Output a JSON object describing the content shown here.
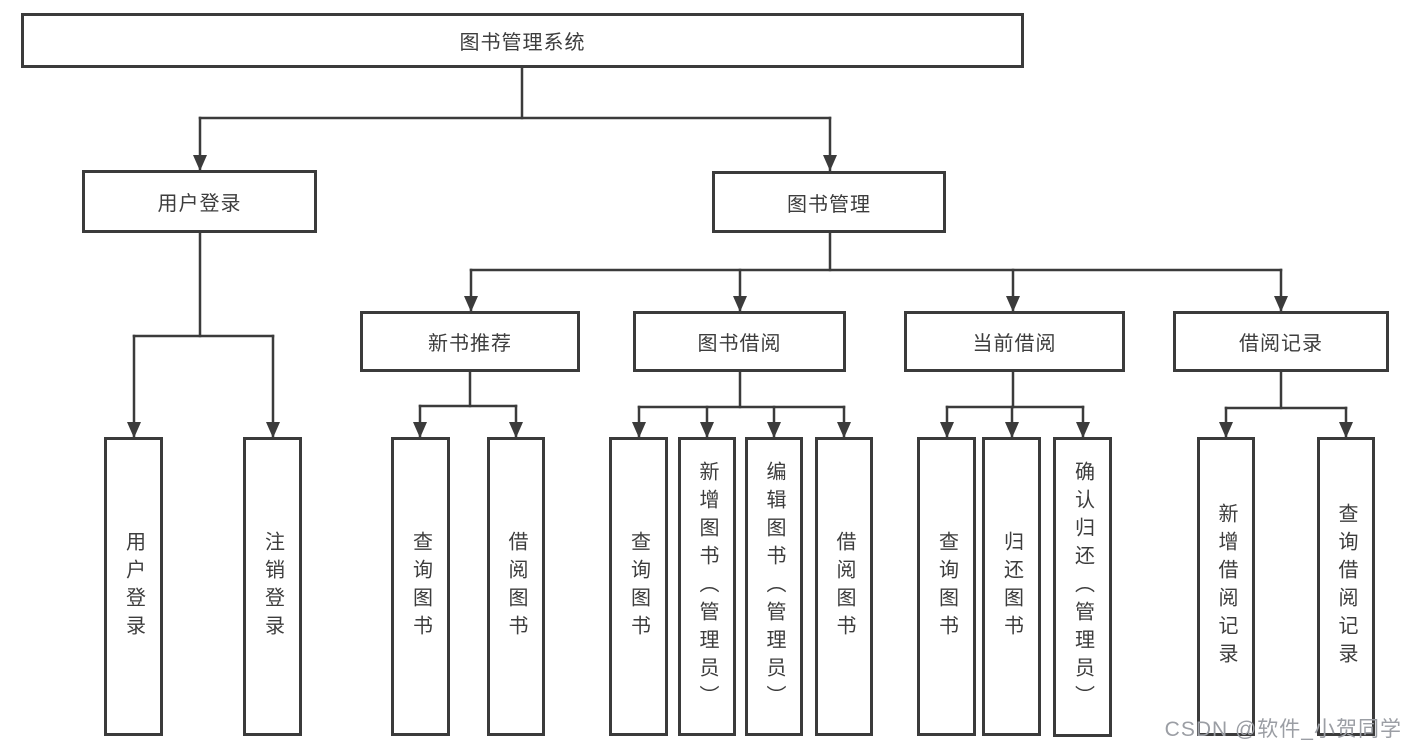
{
  "tree": {
    "root": {
      "label": "图书管理系统"
    },
    "branches": [
      {
        "label": "用户登录",
        "children": [
          "用户登录",
          "注销登录"
        ]
      },
      {
        "label": "图书管理",
        "children": [
          {
            "label": "新书推荐",
            "children": [
              "查询图书",
              "借阅图书"
            ]
          },
          {
            "label": "图书借阅",
            "children": [
              "查询图书",
              "新增图书（管理员）",
              "编辑图书（管理员）",
              "借阅图书"
            ]
          },
          {
            "label": "当前借阅",
            "children": [
              "查询图书",
              "归还图书",
              "确认归还（管理员）"
            ]
          },
          {
            "label": "借阅记录",
            "children": [
              "新增借阅记录",
              "查询借阅记录"
            ]
          }
        ]
      }
    ]
  },
  "colors": {
    "line": "#3b3b3b",
    "text": "#3d3d3d",
    "watermark": "#9b9ea4"
  },
  "watermark": "CSDN @软件_小贺同学"
}
